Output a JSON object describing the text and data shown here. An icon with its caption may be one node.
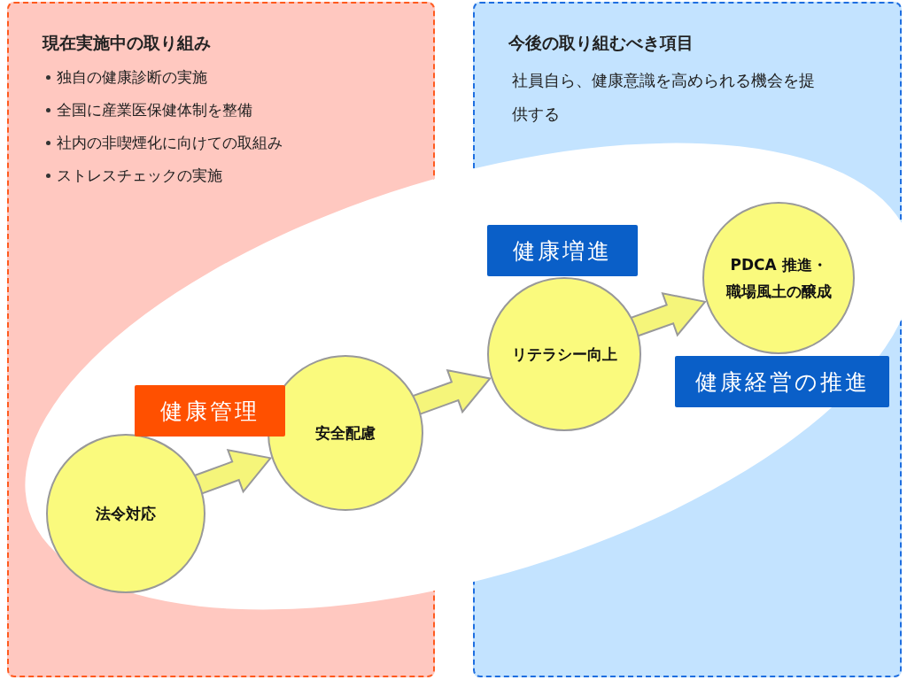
{
  "diagram": {
    "nodes": [
      {
        "text": [
          "現在実施中の取り組み",
          "独自の健康診断の実施",
          "全国に産業医保健体制を整備",
          "社内の非喫煙化に向けての取組み",
          "ストレスチェックの実施"
        ]
      },
      {
        "text": [
          "今後の取り組むべき項目",
          "社員自ら、健康意識を高められる機会を提供する"
        ]
      },
      {
        "text": [
          "法令対応"
        ],
        "in": 0
      },
      {
        "text": [
          "安全配慮"
        ],
        "in": 0
      },
      {
        "text": [
          "リテラシー向上"
        ],
        "in": 1
      },
      {
        "text": [
          "PDCA 推進・職場風土の醸成"
        ],
        "in": 1
      },
      {
        "text": [
          "健康管理"
        ],
        "in": 0
      },
      {
        "text": [
          "健康増進"
        ],
        "in": 1
      },
      {
        "text": [
          "健康経営の推進"
        ],
        "in": 1
      }
    ],
    "edges": [
      {
        "from": 2,
        "to": 3,
        "arrow": "to",
        "style": "thick"
      },
      {
        "from": 3,
        "to": 4,
        "arrow": "to",
        "style": "thick"
      },
      {
        "from": 4,
        "to": 5,
        "arrow": "to",
        "style": "thick"
      }
    ]
  }
}
